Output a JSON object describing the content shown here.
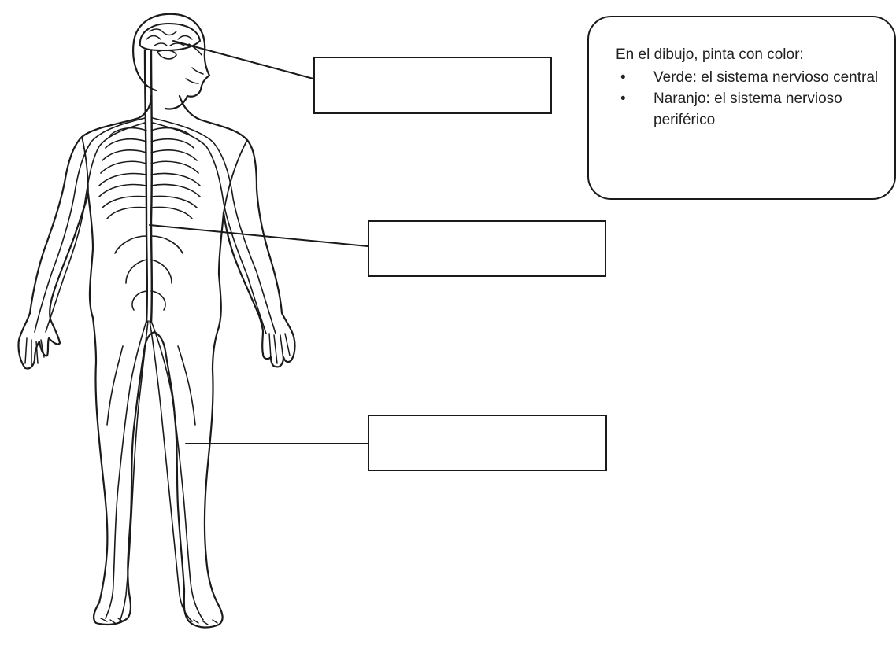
{
  "instructions": {
    "title": "En el dibujo, pinta con color:",
    "items": [
      {
        "text": "Verde: el sistema nervioso central"
      },
      {
        "text": "Naranjo: el sistema nervioso periférico"
      }
    ]
  },
  "answer_boxes": [
    {
      "target": "brain",
      "text": ""
    },
    {
      "target": "spinal-cord",
      "text": ""
    },
    {
      "target": "peripheral-nerve",
      "text": ""
    }
  ]
}
